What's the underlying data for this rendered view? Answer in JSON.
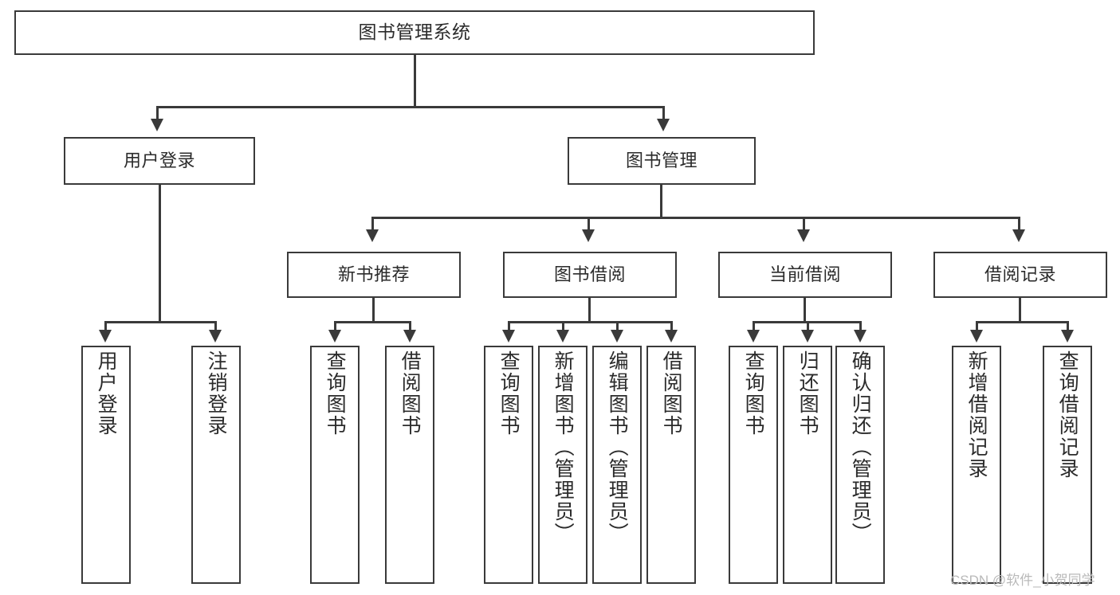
{
  "diagram": {
    "type": "tree-hierarchy-chart",
    "title": "图书管理系统",
    "root": {
      "label": "图书管理系统"
    },
    "level2": [
      {
        "label": "用户登录"
      },
      {
        "label": "图书管理"
      }
    ],
    "level3": [
      {
        "label": "新书推荐"
      },
      {
        "label": "图书借阅"
      },
      {
        "label": "当前借阅"
      },
      {
        "label": "借阅记录"
      }
    ],
    "leaves": {
      "user_login": [
        {
          "label": "用户登录"
        },
        {
          "label": "注销登录"
        }
      ],
      "new_book_recommend": [
        {
          "label": "查询图书"
        },
        {
          "label": "借阅图书"
        }
      ],
      "book_borrow": [
        {
          "label": "查询图书"
        },
        {
          "label": "新增图书（管理员）"
        },
        {
          "label": "编辑图书（管理员）"
        },
        {
          "label": "借阅图书"
        }
      ],
      "current_borrow": [
        {
          "label": "查询图书"
        },
        {
          "label": "归还图书"
        },
        {
          "label": "确认归还（管理员）"
        }
      ],
      "borrow_record": [
        {
          "label": "新增借阅记录"
        },
        {
          "label": "查询借阅记录"
        }
      ]
    }
  },
  "watermark": {
    "text": "CSDN @软件_小贺同学"
  },
  "colors": {
    "stroke": "#3a3a3a",
    "text": "#2b2b2b",
    "background": "#ffffff",
    "watermark": "#b9b9b9"
  }
}
